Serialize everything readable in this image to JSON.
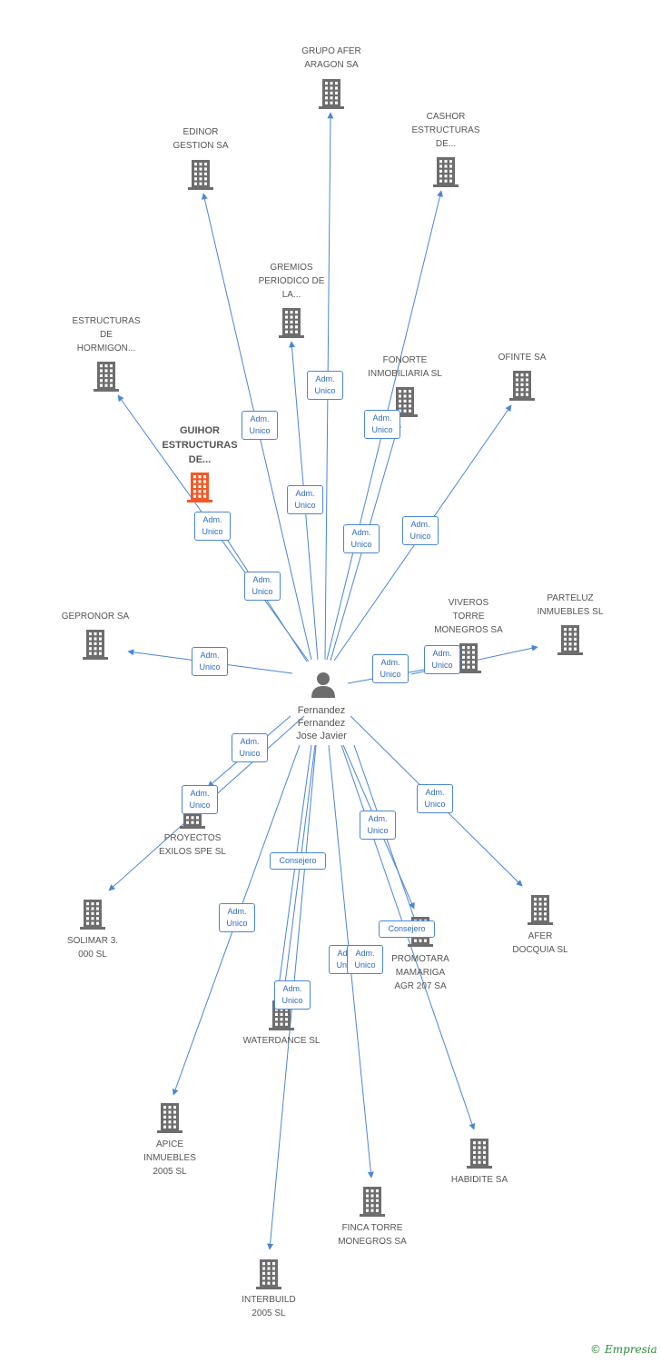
{
  "person": {
    "name": "Fernandez\nFernandez\nJose Javier",
    "icon": "person-icon"
  },
  "companies": [
    {
      "id": "grupo",
      "name": "GRUPO AFER\nARAGON SA",
      "focus": false
    },
    {
      "id": "edinor",
      "name": "EDINOR\nGESTION SA",
      "focus": false
    },
    {
      "id": "cashor",
      "name": "CASHOR\nESTRUCTURAS\nDE...",
      "focus": false
    },
    {
      "id": "gremios",
      "name": "GREMIOS\nPERIODICO DE\nLA...",
      "focus": false
    },
    {
      "id": "hormigon",
      "name": "ESTRUCTURAS\nDE\nHORMIGON...",
      "focus": false
    },
    {
      "id": "fonorte",
      "name": "FONORTE\nINMOBILIARIA SL",
      "focus": false
    },
    {
      "id": "ofinte",
      "name": "OFINTE SA",
      "focus": false
    },
    {
      "id": "guihor",
      "name": "GUIHOR\nESTRUCTURAS\nDE...",
      "focus": true
    },
    {
      "id": "viveros",
      "name": "VIVEROS\nTORRE\nMONEGROS SA",
      "focus": false
    },
    {
      "id": "parteluz",
      "name": "PARTELUZ\nINMUEBLES SL",
      "focus": false
    },
    {
      "id": "gepronor",
      "name": "GEPRONOR SA",
      "focus": false
    },
    {
      "id": "proyectos",
      "name": "PROYECTOS\nEXILOS SPE  SL",
      "focus": false
    },
    {
      "id": "solimar",
      "name": "SOLIMAR 3.\n000 SL",
      "focus": false
    },
    {
      "id": "afer",
      "name": "AFER\nDOCQUIA SL",
      "focus": false
    },
    {
      "id": "promotara",
      "name": "PROMOTARA\nMAMARIGA\nAGR 207 SA",
      "focus": false
    },
    {
      "id": "waterdance",
      "name": "WATERDANCE SL",
      "focus": false
    },
    {
      "id": "apice",
      "name": "APICE\nINMUEBLES\n2005 SL",
      "focus": false
    },
    {
      "id": "habidite",
      "name": "HABIDITE SA",
      "focus": false
    },
    {
      "id": "finca",
      "name": "FINCA TORRE\nMONEGROS SA",
      "focus": false
    },
    {
      "id": "interbuild",
      "name": "INTERBUILD\n2005 SL",
      "focus": false
    }
  ],
  "edges": [
    {
      "target": "grupo",
      "role": "Adm.\nUnico"
    },
    {
      "target": "edinor",
      "role": "Adm.\nUnico"
    },
    {
      "target": "cashor",
      "role": "Adm.\nUnico"
    },
    {
      "target": "gremios",
      "role": "Adm.\nUnico"
    },
    {
      "target": "hormigon",
      "role": "Adm.\nUnico"
    },
    {
      "target": "fonorte",
      "role": "Adm.\nUnico"
    },
    {
      "target": "ofinte",
      "role": "Adm.\nUnico"
    },
    {
      "target": "guihor",
      "role": "Adm.\nUnico"
    },
    {
      "target": "viveros",
      "role": "Adm.\nUnico"
    },
    {
      "target": "parteluz",
      "role": "Adm.\nUnico"
    },
    {
      "target": "gepronor",
      "role": "Adm.\nUnico"
    },
    {
      "target": "proyectos",
      "role": "Adm.\nUnico"
    },
    {
      "target": "solimar",
      "role": "Adm.\nUnico"
    },
    {
      "target": "afer",
      "role": "Adm.\nUnico"
    },
    {
      "target": "promotara",
      "role": "Adm.\nUnico"
    },
    {
      "target": "promotara",
      "role": "Consejero"
    },
    {
      "target": "waterdance",
      "role": "Consejero"
    },
    {
      "target": "waterdance",
      "role": "Adm.\nUnico"
    },
    {
      "target": "apice",
      "role": "Adm.\nUnico"
    },
    {
      "target": "habidite",
      "role": "Adm.\nUnico"
    },
    {
      "target": "finca",
      "role": "Adm.\nUnico"
    },
    {
      "target": "interbuild",
      "role": "Adm.\nUnico"
    }
  ],
  "colors": {
    "edge": "#4a86d4",
    "building": "#6d6d6d",
    "focus_building": "#f05a28"
  },
  "watermark": {
    "symbol": "©",
    "text": "Empresia"
  }
}
